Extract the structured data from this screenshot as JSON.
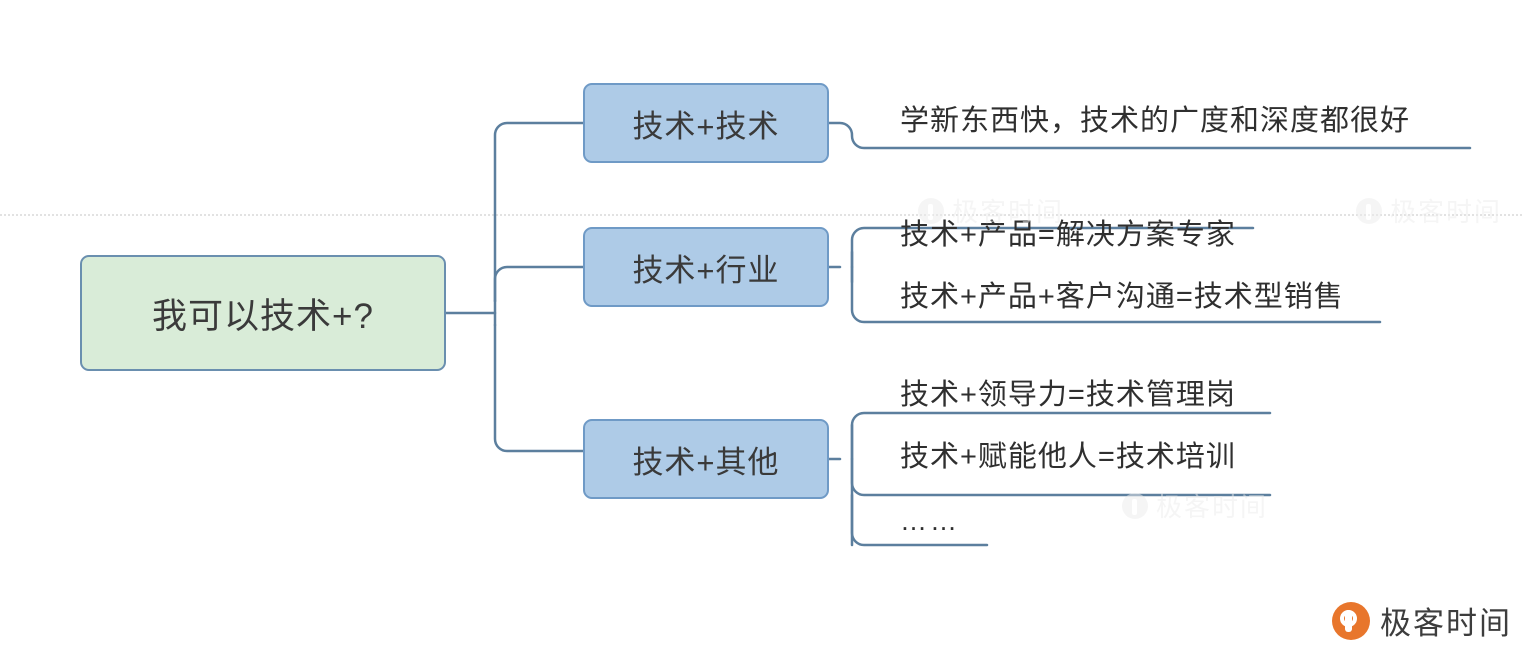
{
  "diagram": {
    "type": "mindmap",
    "root": {
      "label": "我可以技术+?",
      "fill": "#d9ecd8",
      "border": "#6a8faf"
    },
    "branches": [
      {
        "label": "技术+技术",
        "fill": "#aecbe7",
        "border": "#6f9ac6",
        "leaves": [
          {
            "text": "学新东西快，技术的广度和深度都很好"
          }
        ]
      },
      {
        "label": "技术+行业",
        "fill": "#aecbe7",
        "border": "#6f9ac6",
        "leaves": [
          {
            "text": "技术+产品=解决方案专家"
          },
          {
            "text": "技术+产品+客户沟通=技术型销售"
          }
        ]
      },
      {
        "label": "技术+其他",
        "fill": "#aecbe7",
        "border": "#6f9ac6",
        "leaves": [
          {
            "text": "技术+领导力=技术管理岗"
          },
          {
            "text": "技术+赋能他人=技术培训"
          },
          {
            "text": "……"
          }
        ]
      }
    ],
    "connector_color": "#5c7f9e"
  },
  "watermarks": [
    {
      "text": "极客时间"
    },
    {
      "text": "极客时间"
    },
    {
      "text": "极客时间"
    }
  ],
  "brand": {
    "name": "极客时间",
    "mark_color": "#e8762c"
  }
}
